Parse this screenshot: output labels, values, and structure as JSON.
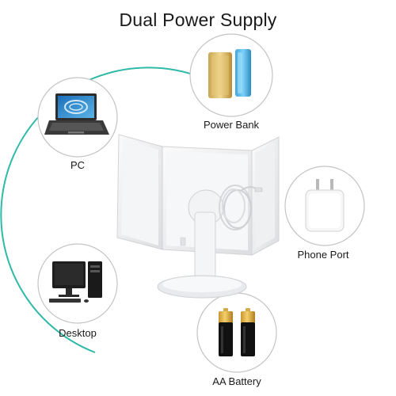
{
  "title": "Dual Power Supply",
  "sources": {
    "power_bank": "Power Bank",
    "pc": "PC",
    "phone_port": "Phone Port",
    "desktop": "Desktop",
    "aa_battery": "AA Battery"
  },
  "colors": {
    "arc": "#2fb9a8",
    "circle_stroke": "#bdbdbd",
    "battery_gold": "#e2b545"
  }
}
